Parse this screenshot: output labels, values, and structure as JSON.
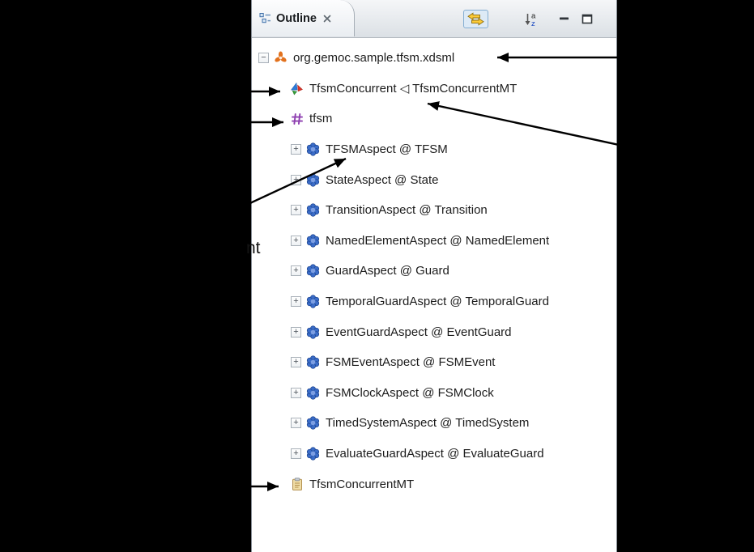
{
  "tab": {
    "title": "Outline",
    "icon": "outline-view-icon",
    "close_icon": "tab-close-icon"
  },
  "toolbar": {
    "buttons": [
      {
        "name": "link-with-editor-button",
        "icon": "link-editor-icon",
        "toggled": true
      },
      {
        "name": "sort-button",
        "icon": "sort-az-icon",
        "toggled": false
      },
      {
        "name": "minimize-button",
        "icon": "minimize-icon",
        "toggled": false
      },
      {
        "name": "maximize-button",
        "icon": "maximize-icon",
        "toggled": false
      }
    ]
  },
  "tree": {
    "items": [
      {
        "level": 0,
        "expand": "minus",
        "icon": "xdsml-file-icon",
        "label": "org.gemoc.sample.tfsm.xdsml"
      },
      {
        "level": 1,
        "expand": "none",
        "icon": "language-icon",
        "label": "TfsmConcurrent ◁ TfsmConcurrentMT"
      },
      {
        "level": 1,
        "expand": "none",
        "icon": "ecore-package-icon",
        "label": "tfsm"
      },
      {
        "level": 2,
        "expand": "plus",
        "icon": "aspect-icon",
        "label": "TFSMAspect @ TFSM"
      },
      {
        "level": 2,
        "expand": "plus",
        "icon": "aspect-icon",
        "label": "StateAspect @ State"
      },
      {
        "level": 2,
        "expand": "plus",
        "icon": "aspect-icon",
        "label": "TransitionAspect @ Transition"
      },
      {
        "level": 2,
        "expand": "plus",
        "icon": "aspect-icon",
        "label": "NamedElementAspect @ NamedElement"
      },
      {
        "level": 2,
        "expand": "plus",
        "icon": "aspect-icon",
        "label": "GuardAspect @ Guard"
      },
      {
        "level": 2,
        "expand": "plus",
        "icon": "aspect-icon",
        "label": "TemporalGuardAspect @ TemporalGuard"
      },
      {
        "level": 2,
        "expand": "plus",
        "icon": "aspect-icon",
        "label": "EventGuardAspect @ EventGuard"
      },
      {
        "level": 2,
        "expand": "plus",
        "icon": "aspect-icon",
        "label": "FSMEventAspect @ FSMEvent"
      },
      {
        "level": 2,
        "expand": "plus",
        "icon": "aspect-icon",
        "label": "FSMClockAspect @ FSMClock"
      },
      {
        "level": 2,
        "expand": "plus",
        "icon": "aspect-icon",
        "label": "TimedSystemAspect @ TimedSystem"
      },
      {
        "level": 2,
        "expand": "plus",
        "icon": "aspect-icon",
        "label": "EvaluateGuardAspect @ EvaluateGuard"
      },
      {
        "level": 1,
        "expand": "none",
        "icon": "modeltype-icon",
        "label": "TfsmConcurrentMT"
      }
    ]
  },
  "annotations": {
    "fragment_text": "nt",
    "arrows": [
      {
        "target": "org.gemoc.sample.tfsm.xdsml"
      },
      {
        "target": "TfsmConcurrent"
      },
      {
        "target": "tfsm"
      },
      {
        "target": "TFSMAspect @ TFSM"
      },
      {
        "target": "◁ TfsmConcurrentMT"
      },
      {
        "target": "TfsmConcurrentMT"
      }
    ]
  },
  "colors": {
    "arrow": "#000000",
    "aspect_blue": "#3a6cc8",
    "package_purple": "#8e3fb0",
    "xdsml_orange": "#e2711d",
    "panel_bg": "#ffffff",
    "header_top": "#f5f6f8",
    "header_bottom": "#dbe0e5"
  }
}
